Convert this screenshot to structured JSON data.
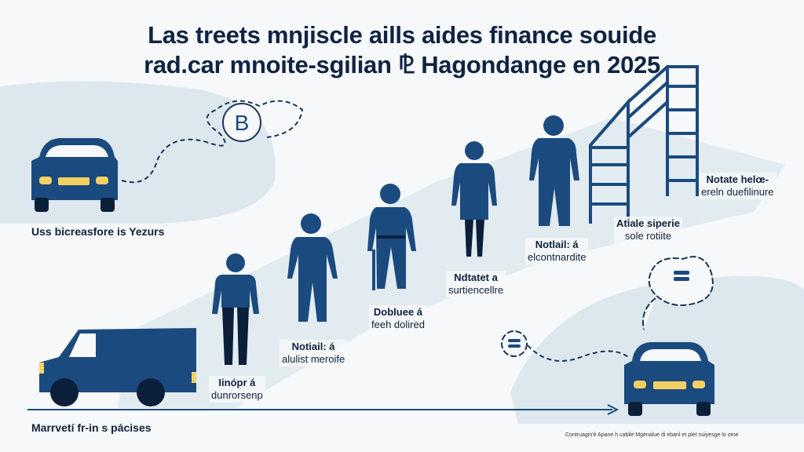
{
  "title": {
    "line1": "Las treets mnjiscle aills aides finance souide",
    "line2": "rad.car mnoite-sgilian ⅊ Hagondange en 2025"
  },
  "captions": {
    "top_left": "Uss bicreasfore is Yezurs",
    "bottom_left": "Marrvetí fr-in s pácises"
  },
  "steps": [
    {
      "title": "Iinópr á",
      "text": "dunrorsenp"
    },
    {
      "title": "Notiail: á",
      "text": "alulist meroife"
    },
    {
      "title": "Dobluee á",
      "text": "feeh dolired"
    },
    {
      "title": "Ndtatet a",
      "text": "surtiencellre"
    },
    {
      "title": "Notlail: á",
      "text": "elcontnardite"
    },
    {
      "title": "Atiale siperie",
      "text": "sole rotiite"
    },
    {
      "title": "Notate helœ-",
      "text": "ereln duefilinure"
    }
  ],
  "bubble_letter": "B",
  "footer": "Contruagin'é Apane h cabile Mgenalue di ebanl et plet nuiyesge lo ome",
  "colors": {
    "primary": "#1b4a7e",
    "dark": "#0c1f3a",
    "accent": "#f5d062",
    "blob": "#dde8ee"
  },
  "icons": [
    "car-icon",
    "van-icon",
    "person-icon",
    "ladder-icon",
    "thought-bubble-icon",
    "money-icon",
    "arrow-right-icon"
  ]
}
